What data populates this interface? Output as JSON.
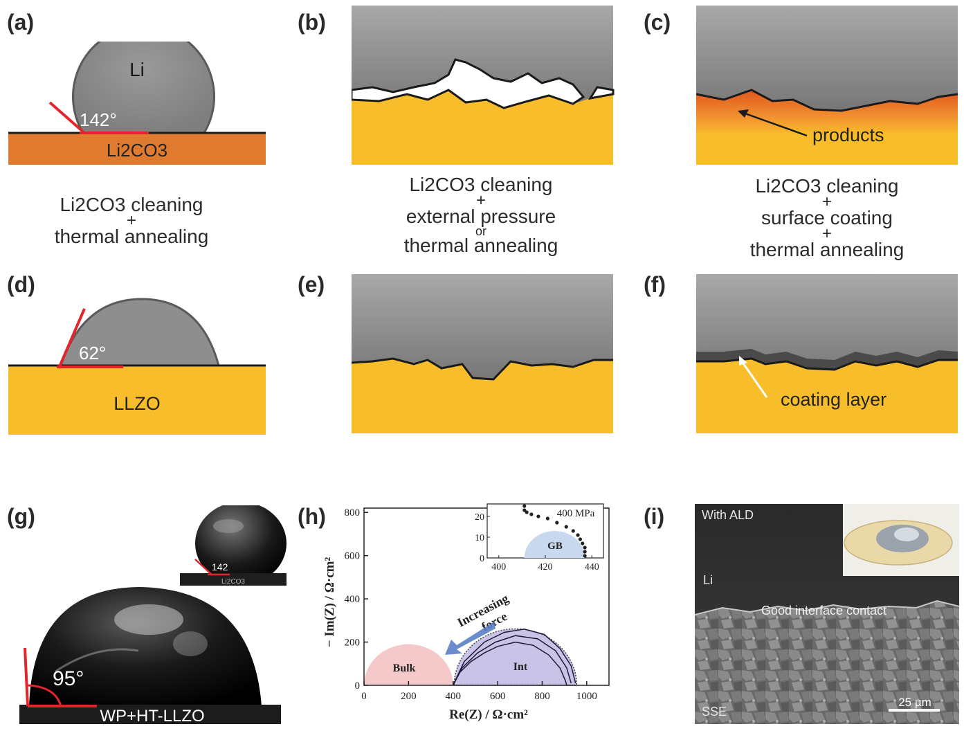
{
  "panels": {
    "a": {
      "label": "(a)",
      "metal": "Li",
      "angle": "142°",
      "substrate_text": "Li2CO3",
      "caption_line1": "Li2CO3 cleaning",
      "caption_plus": "+",
      "caption_line2": "thermal annealing"
    },
    "b": {
      "label": "(b)",
      "caption_line1": "Li2CO3 cleaning",
      "caption_plus": "+",
      "caption_line2": "external pressure",
      "caption_or": "or",
      "caption_line3": "thermal annealing"
    },
    "c": {
      "label": "(c)",
      "arrow_text": "products",
      "caption_line1": "Li2CO3 cleaning",
      "caption_plus1": "+",
      "caption_line2": "surface coating",
      "caption_plus2": "+",
      "caption_line3": "thermal annealing"
    },
    "d": {
      "label": "(d)",
      "angle": "62°",
      "substrate_text": "LLZO"
    },
    "e": {
      "label": "(e)"
    },
    "f": {
      "label": "(f)",
      "arrow_text": "coating layer"
    },
    "g": {
      "label": "(g)",
      "angle_main": "95°",
      "substrate_main": "WP+HT-LLZO",
      "angle_inset": "142",
      "substrate_inset": "Li2CO3"
    },
    "h": {
      "label": "(h)",
      "xlabel": "Re(Z) / Ω·cm²",
      "ylabel": "− Im(Z) / Ω·cm²",
      "x_ticks": [
        "0",
        "200",
        "400",
        "600",
        "800",
        "1000"
      ],
      "y_ticks": [
        "0",
        "200",
        "400",
        "600",
        "800"
      ],
      "bulk_label": "Bulk",
      "int_label": "Int",
      "arrow_text_1": "Increasing",
      "arrow_text_2": "force",
      "inset_title": "400 MPa",
      "inset_gb": "GB",
      "inset_x_ticks": [
        "400",
        "420",
        "440"
      ],
      "inset_y_ticks": [
        "0",
        "10",
        "20"
      ]
    },
    "i": {
      "label": "(i)",
      "top_text": "With ALD",
      "li_text": "Li",
      "contact_text": "Good interface contact",
      "sse_text": "SSE",
      "scale_text": "25 µm"
    }
  },
  "colors": {
    "llzo": "#f8bd2a",
    "li2co3": "#e07a2e",
    "lithium_gray": "#8e8e8e",
    "contact_red": "#e0262a",
    "bulk_fill": "#f5c9c9",
    "int_fill": "#c9c3e8",
    "gb_fill": "#c8d8ee",
    "arrow_blue": "#5a7fc4"
  },
  "chart_data": {
    "type": "scatter",
    "title": "",
    "xlabel": "Re(Z) / Ω·cm²",
    "ylabel": "− Im(Z) / Ω·cm²",
    "xlim": [
      0,
      1100
    ],
    "ylim": [
      0,
      820
    ],
    "x_ticks": [
      0,
      200,
      400,
      600,
      800,
      1000
    ],
    "y_ticks": [
      0,
      200,
      400,
      600,
      800
    ],
    "regions": [
      {
        "name": "Bulk",
        "center": 200,
        "radius": 200
      },
      {
        "name": "Int",
        "center": 680,
        "radius": 275
      }
    ],
    "series": [
      {
        "values": [
          [
            400,
            0
          ],
          [
            430,
            60
          ],
          [
            480,
            110
          ],
          [
            540,
            150
          ],
          [
            600,
            180
          ],
          [
            680,
            200
          ],
          [
            760,
            185
          ],
          [
            830,
            140
          ],
          [
            880,
            80
          ],
          [
            905,
            20
          ],
          [
            910,
            0
          ]
        ]
      },
      {
        "values": [
          [
            400,
            0
          ],
          [
            440,
            80
          ],
          [
            510,
            150
          ],
          [
            590,
            200
          ],
          [
            680,
            230
          ],
          [
            780,
            215
          ],
          [
            860,
            160
          ],
          [
            910,
            80
          ],
          [
            930,
            10
          ]
        ]
      },
      {
        "values": [
          [
            400,
            0
          ],
          [
            450,
            110
          ],
          [
            540,
            200
          ],
          [
            630,
            245
          ],
          [
            720,
            260
          ],
          [
            810,
            235
          ],
          [
            880,
            170
          ],
          [
            930,
            90
          ],
          [
            950,
            10
          ]
        ]
      }
    ],
    "inset": {
      "title": "400 MPa",
      "xlim": [
        395,
        445
      ],
      "ylim": [
        0,
        26
      ],
      "x_ticks": [
        400,
        420,
        440
      ],
      "y_ticks": [
        0,
        10,
        20
      ],
      "region": {
        "name": "GB",
        "center": 424,
        "radius": 13
      },
      "values": [
        [
          411,
          25
        ],
        [
          411,
          23
        ],
        [
          412,
          22
        ],
        [
          414,
          21
        ],
        [
          417,
          20
        ],
        [
          421,
          19
        ],
        [
          425,
          17
        ],
        [
          429,
          15
        ],
        [
          432,
          13
        ],
        [
          434,
          11
        ],
        [
          435,
          9
        ],
        [
          436,
          7
        ],
        [
          437,
          5
        ],
        [
          437,
          3
        ],
        [
          437,
          1
        ]
      ]
    }
  }
}
